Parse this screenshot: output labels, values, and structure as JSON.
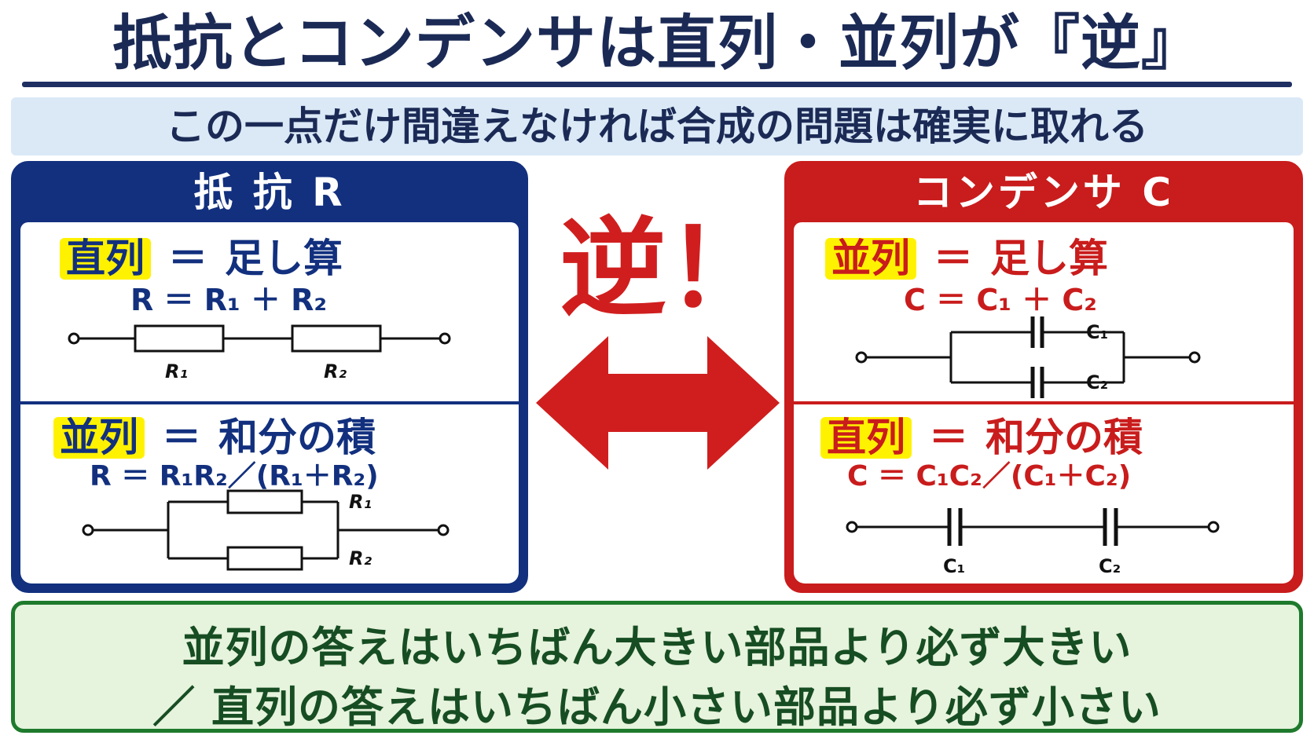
{
  "title": "抵抗とコンデンサは直列・並列が『逆』",
  "subtitle": "この一点だけ間違えなければ合成の問題は確実に取れる",
  "center": {
    "gyaku_label": "逆！"
  },
  "colors": {
    "navy": "#12307e",
    "red": "#c91c1c",
    "green": "#1e7a2c",
    "highlight": "#fff200",
    "subtitle_band": "#dbe9f7"
  },
  "resistor": {
    "header": "抵 抗 R",
    "series": {
      "term": "直列",
      "equals": "＝",
      "rule": "足し算",
      "formula": "R ＝ R₁ ＋ R₂",
      "labels": [
        "R₁",
        "R₂"
      ]
    },
    "parallel": {
      "term": "並列",
      "equals": "＝",
      "rule": "和分の積",
      "formula": "R ＝ R₁R₂／(R₁＋R₂)",
      "labels": [
        "R₁",
        "R₂"
      ]
    }
  },
  "capacitor": {
    "header": "コンデンサ C",
    "parallel": {
      "term": "並列",
      "equals": "＝",
      "rule": "足し算",
      "formula": "C ＝ C₁ ＋ C₂",
      "labels": [
        "C₁",
        "C₂"
      ]
    },
    "series": {
      "term": "直列",
      "equals": "＝",
      "rule": "和分の積",
      "formula": "C ＝ C₁C₂／(C₁＋C₂)",
      "labels": [
        "C₁",
        "C₂"
      ]
    }
  },
  "bottom": {
    "line1": "並列の答えはいちばん大きい部品より必ず大きい",
    "line2": "／ 直列の答えはいちばん小さい部品より必ず小さい"
  }
}
